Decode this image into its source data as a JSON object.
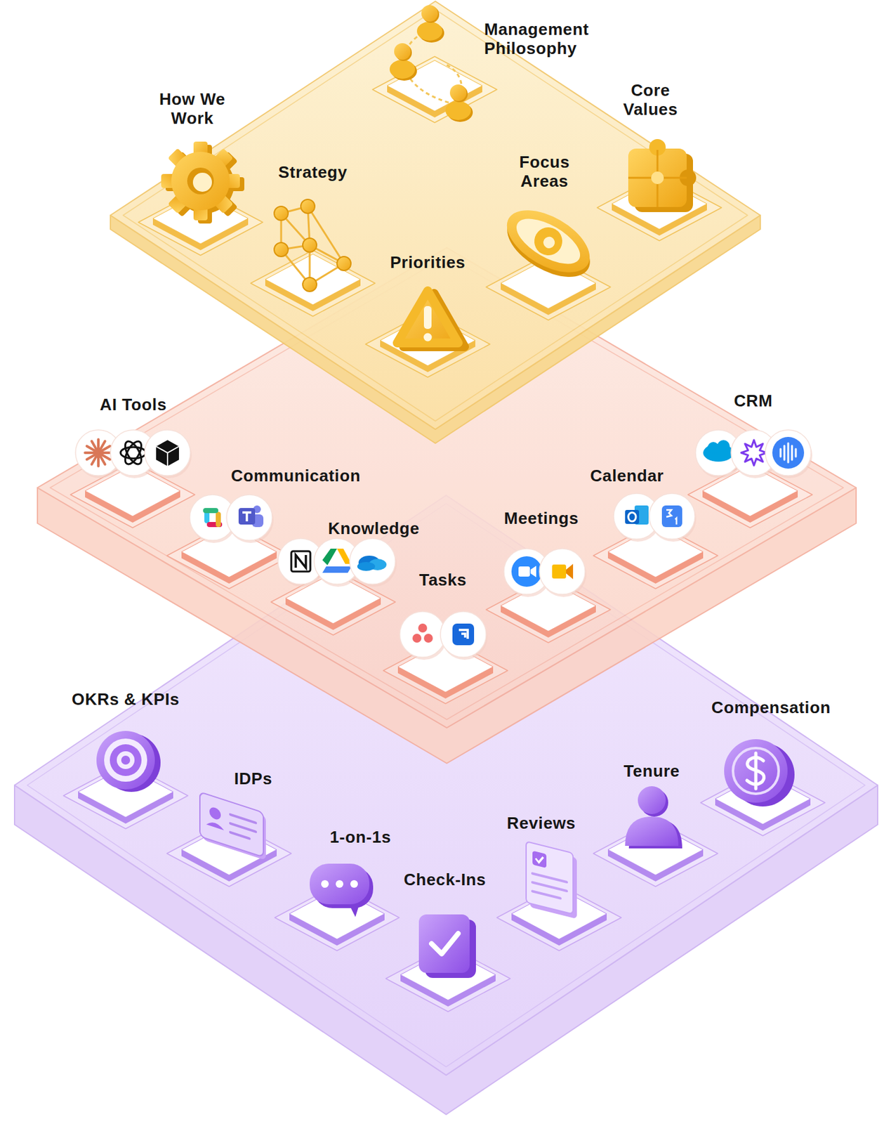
{
  "diagram": {
    "nodes": [
      {
        "text": [
          "Management Philosophy"
        ]
      },
      {
        "text": [
          "How We Work"
        ]
      },
      {
        "text": [
          "Core Values"
        ]
      },
      {
        "text": [
          "Strategy"
        ]
      },
      {
        "text": [
          "Focus Areas"
        ]
      },
      {
        "text": [
          "Priorities"
        ]
      },
      {
        "text": [
          "AI Tools"
        ]
      },
      {
        "text": [
          "CRM"
        ]
      },
      {
        "text": [
          "Communication"
        ]
      },
      {
        "text": [
          "Calendar"
        ]
      },
      {
        "text": [
          "Knowledge"
        ]
      },
      {
        "text": [
          "Meetings"
        ]
      },
      {
        "text": [
          "Tasks"
        ]
      },
      {
        "text": [
          "OKRs & KPIs"
        ]
      },
      {
        "text": [
          "IDPs"
        ]
      },
      {
        "text": [
          "Compensation"
        ]
      },
      {
        "text": [
          "Tenure"
        ]
      },
      {
        "text": [
          "1-on-1s"
        ]
      },
      {
        "text": [
          "Reviews"
        ]
      },
      {
        "text": [
          "Check-Ins"
        ]
      }
    ]
  }
}
